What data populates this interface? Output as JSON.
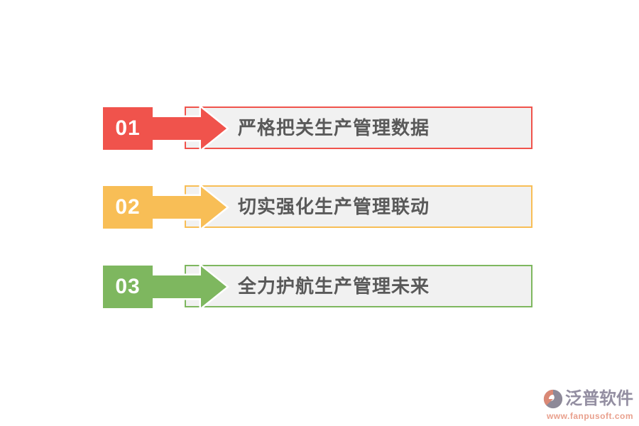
{
  "page": {
    "background": "#ffffff"
  },
  "colors": {
    "box_bg": "#F1F1F1",
    "label_text": "#595959"
  },
  "steps": [
    {
      "number": "01",
      "label": "严格把关生产管理数据",
      "color": "#F0534C"
    },
    {
      "number": "02",
      "label": "切实强化生产管理联动",
      "color": "#F8BE56"
    },
    {
      "number": "03",
      "label": "全力护航生产管理未来",
      "color": "#7EB75F"
    }
  ],
  "watermark": {
    "brand": "泛普软件",
    "url": "www.fanpusoft.com",
    "brand_color": "#938EA1",
    "url_color": "#E9A08D",
    "logo_coral": "#DA8875",
    "logo_gray": "#8D8998"
  }
}
